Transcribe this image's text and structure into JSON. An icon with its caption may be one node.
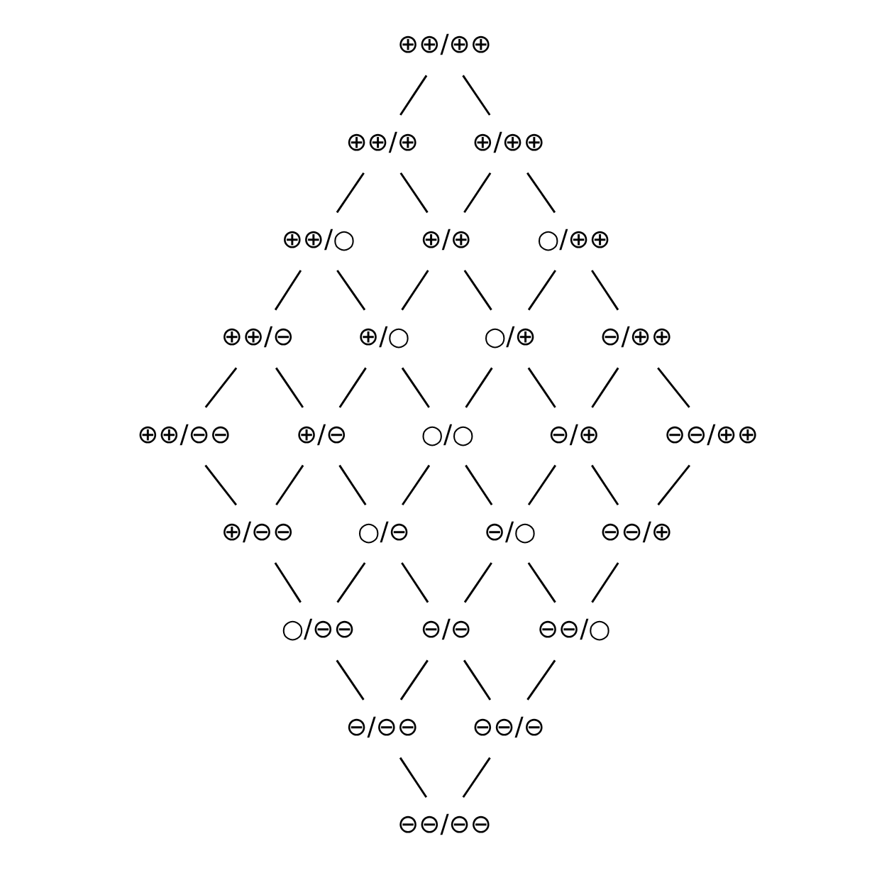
{
  "diagram": {
    "nodes": [
      {
        "text": [
          "⊕⊕/⊕⊕"
        ]
      },
      {
        "text": [
          "⊕⊕/⊕"
        ]
      },
      {
        "text": [
          "⊕/⊕⊕"
        ]
      },
      {
        "text": [
          "⊕⊕/○"
        ]
      },
      {
        "text": [
          "⊕/⊕"
        ]
      },
      {
        "text": [
          "○/⊕⊕"
        ]
      },
      {
        "text": [
          "⊕⊕/⊖"
        ]
      },
      {
        "text": [
          "⊕/○"
        ]
      },
      {
        "text": [
          "○/⊕"
        ]
      },
      {
        "text": [
          "⊖/⊕⊕"
        ]
      },
      {
        "text": [
          "⊕⊕/⊖⊖"
        ]
      },
      {
        "text": [
          "⊕/⊖"
        ]
      },
      {
        "text": [
          "○/○"
        ]
      },
      {
        "text": [
          "⊖/⊕"
        ]
      },
      {
        "text": [
          "⊖⊖/⊕⊕"
        ]
      },
      {
        "text": [
          "⊕/⊖⊖"
        ]
      },
      {
        "text": [
          "○/⊖"
        ]
      },
      {
        "text": [
          "⊖/○"
        ]
      },
      {
        "text": [
          "⊖⊖/⊕"
        ]
      },
      {
        "text": [
          "○/⊖⊖"
        ]
      },
      {
        "text": [
          "⊖/⊖"
        ]
      },
      {
        "text": [
          "⊖⊖/○"
        ]
      },
      {
        "text": [
          "⊖/⊖⊖"
        ]
      },
      {
        "text": [
          "⊖⊖/⊖"
        ]
      },
      {
        "text": [
          "⊖⊖/⊖⊖"
        ]
      }
    ],
    "edges": [
      {
        "from": 0,
        "to": 1,
        "arrow": "none"
      },
      {
        "from": 0,
        "to": 2,
        "arrow": "none"
      },
      {
        "from": 1,
        "to": 3,
        "arrow": "none"
      },
      {
        "from": 1,
        "to": 4,
        "arrow": "none"
      },
      {
        "from": 2,
        "to": 4,
        "arrow": "none"
      },
      {
        "from": 2,
        "to": 5,
        "arrow": "none"
      },
      {
        "from": 3,
        "to": 6,
        "arrow": "none"
      },
      {
        "from": 3,
        "to": 7,
        "arrow": "none"
      },
      {
        "from": 4,
        "to": 7,
        "arrow": "none"
      },
      {
        "from": 4,
        "to": 8,
        "arrow": "none"
      },
      {
        "from": 5,
        "to": 8,
        "arrow": "none"
      },
      {
        "from": 5,
        "to": 9,
        "arrow": "none"
      },
      {
        "from": 6,
        "to": 10,
        "arrow": "none"
      },
      {
        "from": 6,
        "to": 11,
        "arrow": "none"
      },
      {
        "from": 7,
        "to": 11,
        "arrow": "none"
      },
      {
        "from": 7,
        "to": 12,
        "arrow": "none"
      },
      {
        "from": 8,
        "to": 12,
        "arrow": "none"
      },
      {
        "from": 8,
        "to": 13,
        "arrow": "none"
      },
      {
        "from": 9,
        "to": 13,
        "arrow": "none"
      },
      {
        "from": 9,
        "to": 14,
        "arrow": "none"
      },
      {
        "from": 10,
        "to": 15,
        "arrow": "none"
      },
      {
        "from": 11,
        "to": 15,
        "arrow": "none"
      },
      {
        "from": 11,
        "to": 16,
        "arrow": "none"
      },
      {
        "from": 12,
        "to": 16,
        "arrow": "none"
      },
      {
        "from": 12,
        "to": 17,
        "arrow": "none"
      },
      {
        "from": 13,
        "to": 17,
        "arrow": "none"
      },
      {
        "from": 13,
        "to": 18,
        "arrow": "none"
      },
      {
        "from": 14,
        "to": 18,
        "arrow": "none"
      },
      {
        "from": 15,
        "to": 19,
        "arrow": "none"
      },
      {
        "from": 16,
        "to": 19,
        "arrow": "none"
      },
      {
        "from": 16,
        "to": 20,
        "arrow": "none"
      },
      {
        "from": 17,
        "to": 20,
        "arrow": "none"
      },
      {
        "from": 17,
        "to": 21,
        "arrow": "none"
      },
      {
        "from": 18,
        "to": 21,
        "arrow": "none"
      },
      {
        "from": 19,
        "to": 22,
        "arrow": "none"
      },
      {
        "from": 20,
        "to": 22,
        "arrow": "none"
      },
      {
        "from": 20,
        "to": 23,
        "arrow": "none"
      },
      {
        "from": 21,
        "to": 23,
        "arrow": "none"
      },
      {
        "from": 22,
        "to": 24,
        "arrow": "none"
      },
      {
        "from": 23,
        "to": 24,
        "arrow": "none"
      }
    ]
  }
}
